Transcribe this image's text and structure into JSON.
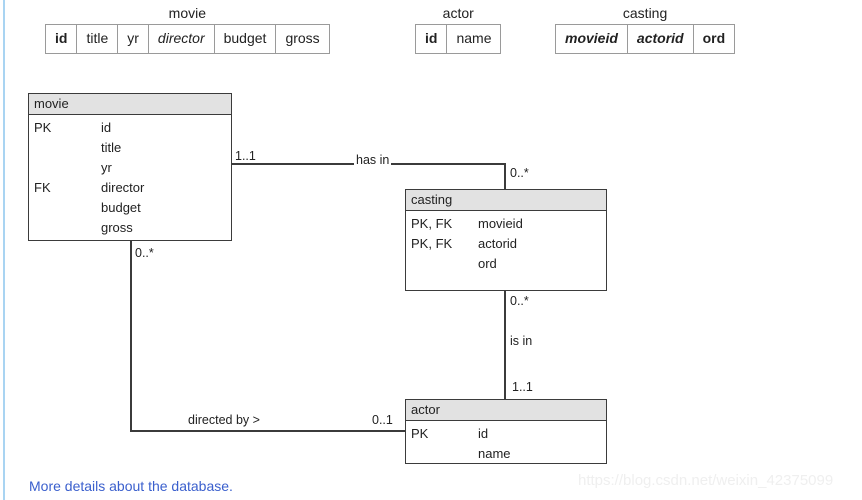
{
  "column_tables": [
    {
      "caption": "movie",
      "columns": [
        {
          "label": "id",
          "style": "b"
        },
        {
          "label": "title",
          "style": ""
        },
        {
          "label": "yr",
          "style": ""
        },
        {
          "label": "director",
          "style": "i"
        },
        {
          "label": "budget",
          "style": ""
        },
        {
          "label": "gross",
          "style": ""
        }
      ]
    },
    {
      "caption": "actor",
      "columns": [
        {
          "label": "id",
          "style": "b"
        },
        {
          "label": "name",
          "style": ""
        }
      ]
    },
    {
      "caption": "casting",
      "columns": [
        {
          "label": "movieid",
          "style": "bi"
        },
        {
          "label": "actorid",
          "style": "bi"
        },
        {
          "label": "ord",
          "style": "b"
        }
      ]
    }
  ],
  "entities": {
    "movie": {
      "title": "movie",
      "attributes": [
        {
          "key": "PK",
          "name": "id"
        },
        {
          "key": "",
          "name": "title"
        },
        {
          "key": "",
          "name": "yr"
        },
        {
          "key": "FK",
          "name": "director"
        },
        {
          "key": "",
          "name": "budget"
        },
        {
          "key": "",
          "name": "gross"
        }
      ]
    },
    "casting": {
      "title": "casting",
      "attributes": [
        {
          "key": "PK, FK",
          "name": "movieid"
        },
        {
          "key": "PK, FK",
          "name": "actorid"
        },
        {
          "key": "",
          "name": "ord"
        }
      ]
    },
    "actor": {
      "title": "actor",
      "attributes": [
        {
          "key": "PK",
          "name": "id"
        },
        {
          "key": "",
          "name": "name"
        }
      ]
    }
  },
  "relationships": {
    "has_in": {
      "label": "has in",
      "source_cardinality": "1..1",
      "target_cardinality": "0..*"
    },
    "is_in": {
      "label": "is in",
      "source_cardinality": "0..*",
      "target_cardinality": "1..1"
    },
    "directed_by": {
      "label": "directed by >",
      "source_cardinality": "0..*",
      "target_cardinality": "0..1"
    }
  },
  "footer": {
    "more_details_link": "More details about the database.",
    "watermark": "https://blog.csdn.net/weixin_42375099"
  },
  "colors": {
    "entity_header": "#e2e2e2",
    "entity_border": "#3b3b3b",
    "link": "#3a5fcd",
    "left_rule": "#a9d4f2"
  }
}
